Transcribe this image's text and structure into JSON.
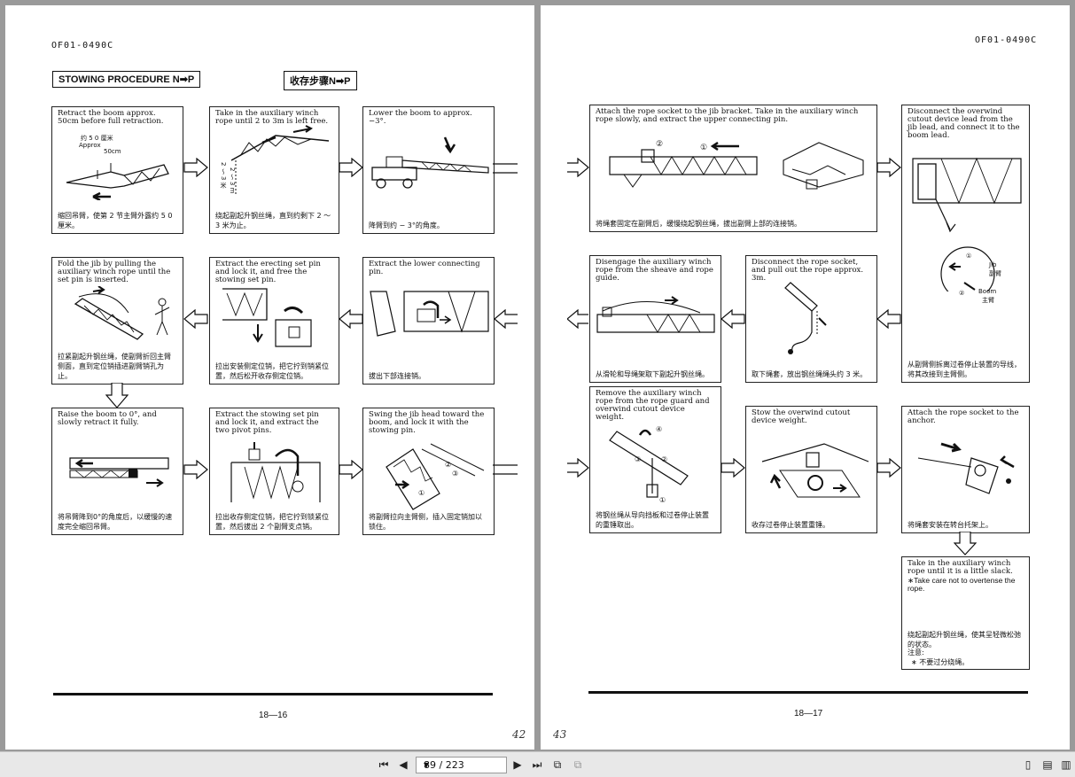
{
  "left_page": {
    "doc_code": "OF01-0490C",
    "title_en": "STOWING PROCEDURE N➡P",
    "title_zh": "收存步骤N➡P",
    "panels": [
      {
        "en": "Retract the boom approx. 50cm before full retraction.",
        "zh": "缩回吊臂，使第 2 节主臂外露约 5 0 厘米。"
      },
      {
        "en": "Take in the auxiliary winch rope until 2 to 3m is left free.",
        "zh": "绕起副起升钢丝绳，直到约剩下 2 ～ 3 米为止。"
      },
      {
        "en": "Lower the boom to approx. −3°.",
        "zh": "降臂到约 − 3°的角度。"
      },
      {
        "en": "Fold the jib by pulling the auxiliary winch rope until the set pin is inserted.",
        "zh": "拉紧副起升钢丝绳，使副臂折回主臂侧面，直到定位销插进副臂销孔为止。"
      },
      {
        "en": "Extract the erecting set pin and lock it, and free the stowing set pin.",
        "zh": "拉出安装侧定位销，把它拧到销紧位置，然后松开收存侧定位销。"
      },
      {
        "en": "Extract the lower connecting pin.",
        "zh": "拔出下部连接销。"
      },
      {
        "en": "Raise the boom to 0°, and slowly retract it fully.",
        "zh": "将吊臂降到0°的角度后，以缓慢的速度完全缩回吊臂。"
      },
      {
        "en": "Extract the stowing set pin and lock it, and extract the two pivot pins.",
        "zh": "拉出收存侧定位销，把它拧到锁紧位置，然后拔出 2 个副臂支点销。"
      },
      {
        "en": "Swing the jib head toward the boom, and lock it with the stowing pin.",
        "zh": "将副臂拉向主臂侧，插入固定销加以锁住。"
      }
    ],
    "labels": {
      "approx_zh": "约 5 0 厘米",
      "approx_en": "Approx",
      "approx_val": "50cm",
      "len_label": "2 ～ 3 米",
      "len_label2": "2 ～ 3 m"
    },
    "page_number": "18—16",
    "handwritten": "42"
  },
  "right_page": {
    "doc_code": "OF01-0490C",
    "panels": [
      {
        "en": "Attach the rope socket to the jib bracket. Take in the auxiliary winch rope slowly, and extract the upper connecting pin.",
        "zh": "将绳套固定在副臂后，缓慢绕起钢丝绳，拔出副臂上部的连接销。"
      },
      {
        "en": "Disconnect the overwind cutout device lead from the jib lead, and connect it to the boom lead.",
        "zh": "从副臂侧拆离过卷停止装置的导线，将其改接到主臂侧。"
      },
      {
        "en": "Disengage the auxiliary winch rope from the sheave and rope guide.",
        "zh": "从滑轮和导绳架取下副起升钢丝绳。"
      },
      {
        "en": "Disconnect the rope socket, and pull out the rope approx. 3m.",
        "zh": "取下绳套，放出钢丝绳绳头约 3 米。"
      },
      {
        "en": "Remove the auxiliary winch rope from the rope guard and overwind cutout device weight.",
        "zh": "将钢丝绳从导向挡板和过卷停止装置的重锤取出。"
      },
      {
        "en": "Stow the overwind cutout device weight.",
        "zh": "收存过卷停止装置重锤。"
      },
      {
        "en": "Attach the rope socket to the anchor.",
        "zh": "将绳套安装在转台托架上。"
      },
      {
        "en": "Take in the auxiliary winch rope until it is a little slack.",
        "note_en": "∗Take care not to overtense the rope.",
        "zh": "绕起副起升钢丝绳，使其呈轻微松弛的状态。",
        "zh_note_title": "注意:",
        "zh_note": "∗ 不要过分绕绳。"
      }
    ],
    "labels": {
      "jib_en": "Jib",
      "jib_zh": "副臂",
      "boom_en": "Boom",
      "boom_zh": "主臂",
      "n1": "①",
      "n2": "②",
      "n3": "③",
      "n4": "④"
    },
    "page_number": "18—17",
    "handwritten": "43"
  },
  "toolbar": {
    "page_indicator": "89 / 223",
    "icons": [
      "first-page-icon",
      "prev-page-icon",
      "next-page-icon",
      "last-page-icon",
      "continuous-view-icon",
      "facing-view-icon",
      "single-page-icon",
      "two-page-icon",
      "book-view-icon"
    ]
  }
}
